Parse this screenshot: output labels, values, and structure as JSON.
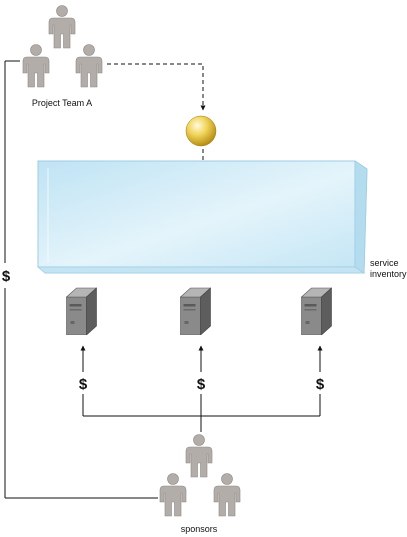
{
  "team": {
    "label": "Project Team A"
  },
  "inventory": {
    "label_line1": "service",
    "label_line2": "inventory"
  },
  "sponsors": {
    "label": "sponsors"
  },
  "funding": {
    "symbol": "$"
  },
  "colors": {
    "person": "#b3adaa",
    "person_outline": "#8e8885",
    "server": "#777777",
    "line": "#111111",
    "inventory_fill": "#d3ecf8",
    "sphere": "#e8c23a"
  }
}
